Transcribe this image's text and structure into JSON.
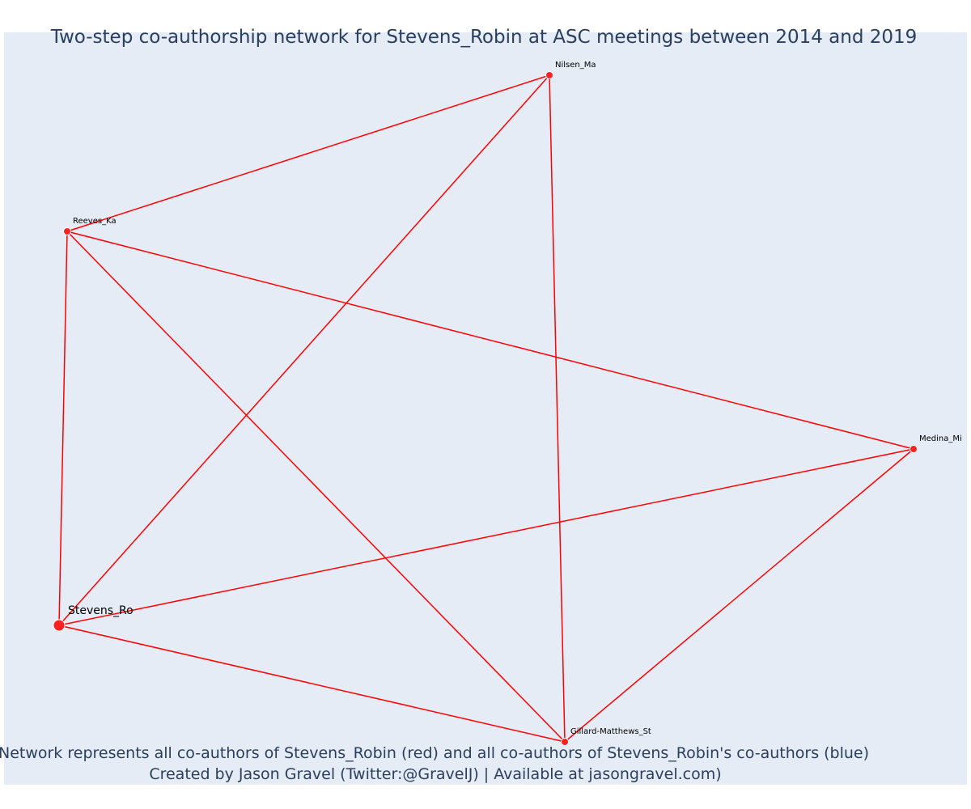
{
  "title": "Two-step co-authorship network for Stevens_Robin at ASC meetings between 2014 and 2019",
  "caption_line1": "Network represents all co-authors of Stevens_Robin (red) and all co-authors of Stevens_Robin's co-authors (blue)",
  "caption_line2": "Created by Jason Gravel (Twitter:@GravelJ) | Available at jasongravel.com)",
  "colors": {
    "background": "#e5ecf6",
    "edge": "#ff0000",
    "node_red": "#ff2020",
    "text": "#2a3f5f"
  },
  "nodes": [
    {
      "id": "Nilsen_Ma",
      "label": "Nilsen_Ma",
      "color": "red",
      "focal": false
    },
    {
      "id": "Reeves_Ka",
      "label": "Reeves_Ka",
      "color": "red",
      "focal": false
    },
    {
      "id": "Medina_Mi",
      "label": "Medina_Mi",
      "color": "red",
      "focal": false
    },
    {
      "id": "Stevens_Ro",
      "label": "Stevens_Ro",
      "color": "red",
      "focal": true
    },
    {
      "id": "Gillard-Matthews_St",
      "label": "Gillard-Matthews_St",
      "color": "red",
      "focal": false
    }
  ],
  "edges": [
    [
      "Reeves_Ka",
      "Nilsen_Ma"
    ],
    [
      "Stevens_Ro",
      "Nilsen_Ma"
    ],
    [
      "Gillard-Matthews_St",
      "Nilsen_Ma"
    ],
    [
      "Reeves_Ka",
      "Stevens_Ro"
    ],
    [
      "Reeves_Ka",
      "Medina_Mi"
    ],
    [
      "Reeves_Ka",
      "Gillard-Matthews_St"
    ],
    [
      "Stevens_Ro",
      "Medina_Mi"
    ],
    [
      "Stevens_Ro",
      "Gillard-Matthews_St"
    ],
    [
      "Gillard-Matthews_St",
      "Medina_Mi"
    ]
  ]
}
